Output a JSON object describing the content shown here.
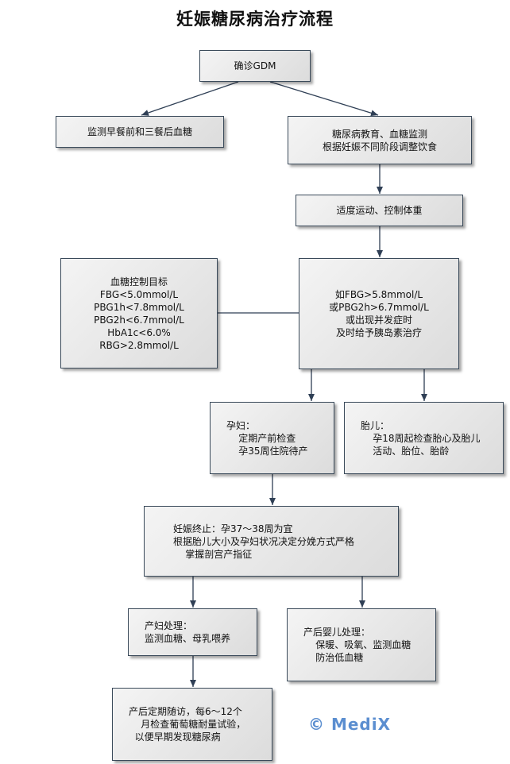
{
  "title": "妊娠糖尿病治疗流程",
  "watermark": "© MediX",
  "nodes": {
    "diagnose": [
      "确诊GDM"
    ],
    "monitor": [
      "监测早餐前和三餐后血糖"
    ],
    "education": [
      "糖尿病教育、血糖监测",
      "根据妊娠不同阶段调整饮食"
    ],
    "exercise": [
      "适度运动、控制体重"
    ],
    "targets": [
      "血糖控制目标",
      "FBG<5.0mmol/L",
      "PBG1h<7.8mmol/L",
      "PBG2h<6.7mmol/L",
      "HbA1c<6.0%",
      "RBG>2.8mmol/L"
    ],
    "insulin": [
      "如FBG>5.8mmol/L",
      "或PBG2h>6.7mmol/L",
      "或出现并发症时",
      "及时给予胰岛素治疗"
    ],
    "pregnant": [
      "孕妇：",
      "    定期产前检查",
      "    孕35周住院待产"
    ],
    "fetus": [
      "胎儿：",
      "    孕18周起检查胎心及胎儿",
      "    活动、胎位、胎龄"
    ],
    "termination": [
      "妊娠终止：孕37～38周为宜",
      "根据胎儿大小及孕妇状况决定分娩方式严格",
      "    掌握剖宫产指征"
    ],
    "maternal": [
      "产妇处理：",
      "监测血糖、母乳喂养"
    ],
    "infant": [
      "产后婴儿处理：",
      "    保暖、吸氧、监测血糖",
      "    防治低血糖"
    ],
    "followup": [
      "产后定期随访，每6～12个",
      "    月检查葡萄糖耐量试验，",
      "  以便早期发现糖尿病"
    ]
  }
}
